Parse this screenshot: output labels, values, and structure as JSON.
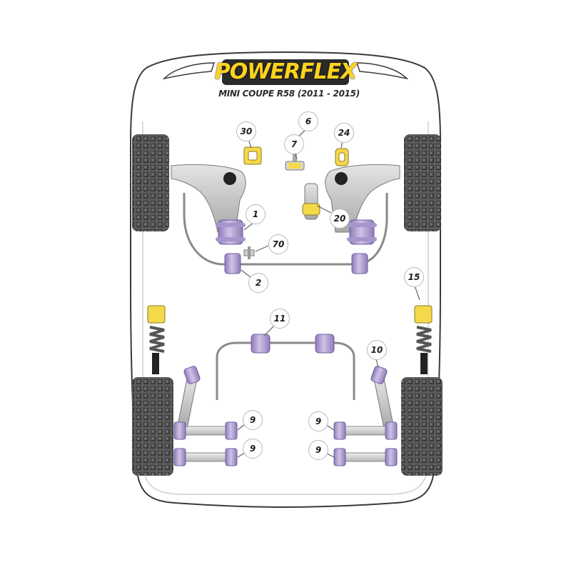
{
  "brand": {
    "logo": "POWERFLEX",
    "vehicle": "MINI COUPE R58 (2011 - 2015)"
  },
  "callouts": {
    "c30": "30",
    "c6": "6",
    "c7": "7",
    "c24": "24",
    "c1": "1",
    "c20": "20",
    "c70": "70",
    "c2": "2",
    "c15": "15",
    "c11": "11",
    "c10": "10",
    "c9a": "9",
    "c9b": "9",
    "c9c": "9",
    "c9d": "9"
  },
  "colors": {
    "bushing_purple": "#b9a8d6",
    "bushing_dark": "#8e7bb8",
    "insert_yellow": "#f5d94a",
    "metal_grey": "#c8c8c8",
    "tyre": "#444444"
  }
}
